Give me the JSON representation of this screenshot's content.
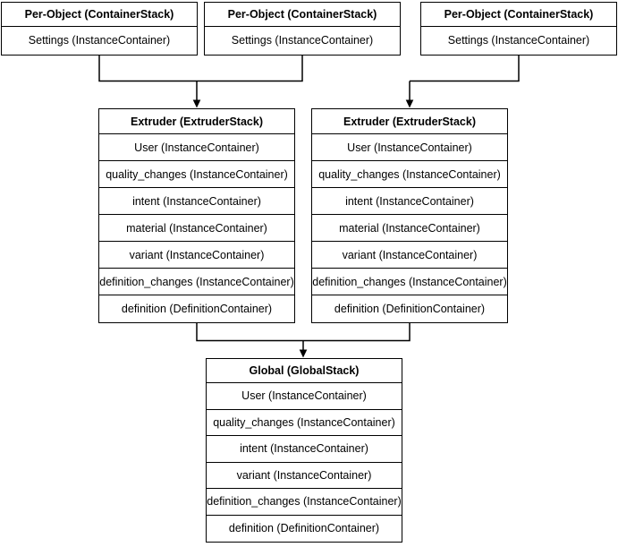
{
  "colors": {
    "background": "#ffffff",
    "line": "#000000",
    "text": "#000000",
    "box_fill": "#ffffff"
  },
  "nodes": {
    "per_object_1": {
      "title": "Per-Object (ContainerStack)",
      "rows": [
        "Settings (InstanceContainer)"
      ]
    },
    "per_object_2": {
      "title": "Per-Object (ContainerStack)",
      "rows": [
        "Settings (InstanceContainer)"
      ]
    },
    "per_object_3": {
      "title": "Per-Object (ContainerStack)",
      "rows": [
        "Settings (InstanceContainer)"
      ]
    },
    "extruder_left": {
      "title": "Extruder (ExtruderStack)",
      "rows": [
        "User (InstanceContainer)",
        "quality_changes (InstanceContainer)",
        "intent (InstanceContainer)",
        "material (InstanceContainer)",
        "variant (InstanceContainer)",
        "definition_changes (InstanceContainer)",
        "definition (DefinitionContainer)"
      ]
    },
    "extruder_right": {
      "title": "Extruder (ExtruderStack)",
      "rows": [
        "User (InstanceContainer)",
        "quality_changes (InstanceContainer)",
        "intent (InstanceContainer)",
        "material (InstanceContainer)",
        "variant (InstanceContainer)",
        "definition_changes (InstanceContainer)",
        "definition (DefinitionContainer)"
      ]
    },
    "global": {
      "title": "Global (GlobalStack)",
      "rows": [
        "User (InstanceContainer)",
        "quality_changes (InstanceContainer)",
        "intent (InstanceContainer)",
        "variant (InstanceContainer)",
        "definition_changes (InstanceContainer)",
        "definition (DefinitionContainer)"
      ]
    }
  }
}
